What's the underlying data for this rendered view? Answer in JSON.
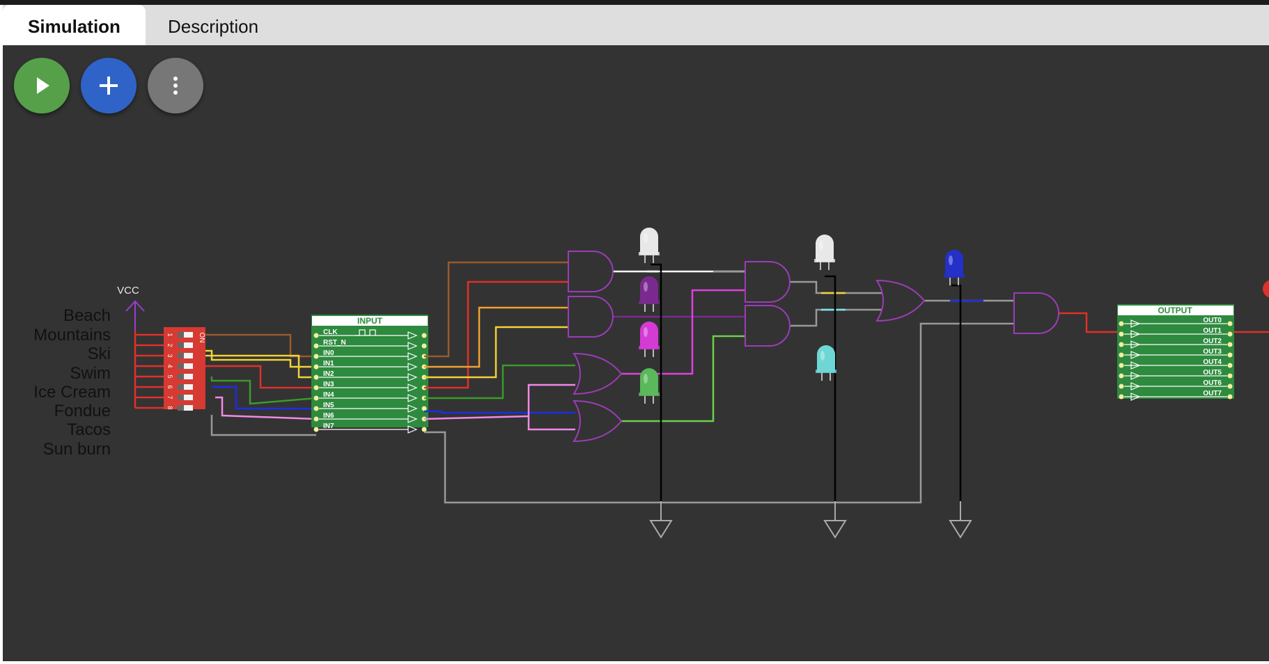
{
  "tabs": [
    {
      "label": "Simulation",
      "active": true
    },
    {
      "label": "Description",
      "active": false
    }
  ],
  "toolbar": {
    "run_icon": "play-icon",
    "add_icon": "plus-icon",
    "more_icon": "more-vertical-icon"
  },
  "circuit": {
    "vcc_label": "VCC",
    "switch_labels": [
      "Beach",
      "Mountains",
      "Ski",
      "Swim",
      "Ice Cream",
      "Fondue",
      "Tacos",
      "Sun burn"
    ],
    "dip": {
      "on_label": "ON",
      "numbers": [
        "1",
        "2",
        "3",
        "4",
        "5",
        "6",
        "7",
        "8"
      ]
    },
    "input_block": {
      "title": "INPUT",
      "pins": [
        "CLK",
        "RST_N",
        "IN0",
        "IN1",
        "IN2",
        "IN3",
        "IN4",
        "IN5",
        "IN6",
        "IN7"
      ]
    },
    "output_block": {
      "title": "OUTPUT",
      "pins": [
        "OUT0",
        "OUT1",
        "OUT2",
        "OUT3",
        "OUT4",
        "OUT5",
        "OUT6",
        "OUT7"
      ]
    },
    "led_colors": {
      "white": "#e8e8e8",
      "purple_dark": "#7a2a8e",
      "magenta": "#d43bd4",
      "green": "#5bb85b",
      "cyan": "#6fd6d6",
      "blue": "#2430c8",
      "red": "#e0302a"
    },
    "wire_colors": {
      "brown": "#9a5a2a",
      "red": "#e0302a",
      "orange": "#f0a030",
      "yellow": "#f2d23a",
      "green": "#3c9a2c",
      "blue": "#1a2ee6",
      "pink": "#f08ae8",
      "gray": "#9a9a9a",
      "white": "#ffffff",
      "magenta": "#e040e0",
      "lightgreen": "#6cd04a",
      "cyan": "#7ae8f0",
      "black": "#000000",
      "gate": "#9c3cb8",
      "vcc": "#9c3cd0"
    }
  }
}
